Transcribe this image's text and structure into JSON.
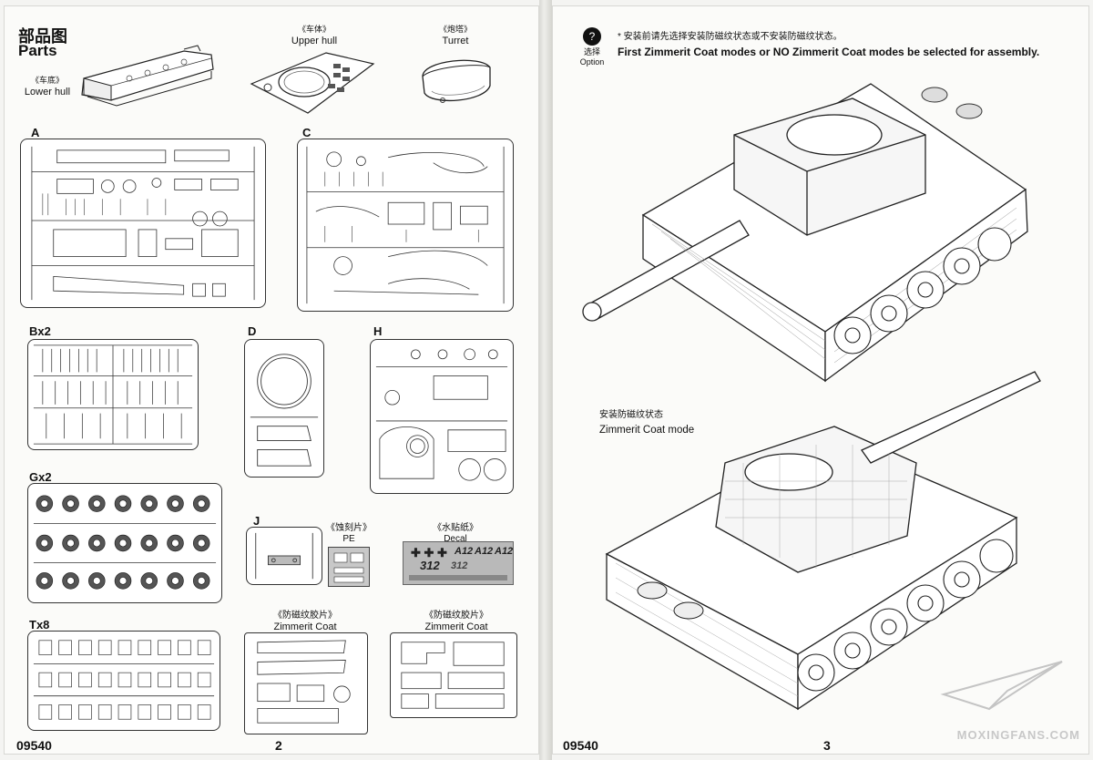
{
  "left_page": {
    "title_cn": "部品图",
    "title_en": "Parts",
    "parts": [
      {
        "cn": "《车底》",
        "en": "Lower hull"
      },
      {
        "cn": "《车体》",
        "en": "Upper hull"
      },
      {
        "cn": "《炮塔》",
        "en": "Turret"
      }
    ],
    "sprues": [
      {
        "id": "A"
      },
      {
        "id": "C"
      },
      {
        "id": "Bx2"
      },
      {
        "id": "D"
      },
      {
        "id": "H"
      },
      {
        "id": "Gx2"
      },
      {
        "id": "J"
      },
      {
        "id": "Tx8"
      }
    ],
    "pe": {
      "cn": "《蚀刻片》",
      "en": "PE"
    },
    "decal": {
      "cn": "《水贴纸》",
      "en": "Decal",
      "markings": [
        "A12",
        "A12",
        "A12",
        "312",
        "312"
      ]
    },
    "zimmerit_1": {
      "cn": "《防磁纹胶片》",
      "en": "Zimmerit Coat"
    },
    "zimmerit_2": {
      "cn": "《防磁纹胶片》",
      "en": "Zimmerit Coat"
    },
    "product_code": "09540",
    "page_number": "2"
  },
  "right_page": {
    "option_label_cn": "选择",
    "option_label_en": "Option",
    "note_cn": "* 安装前请先选择安装防磁纹状态或不安装防磁纹状态。",
    "note_en": "First Zimmerit Coat modes or NO Zimmerit Coat modes be selected for assembly.",
    "mode_cn": "安装防磁纹状态",
    "mode_en": "Zimmerit Coat mode",
    "product_code": "09540",
    "page_number": "3",
    "watermark": "MOXINGFANS.COM"
  }
}
